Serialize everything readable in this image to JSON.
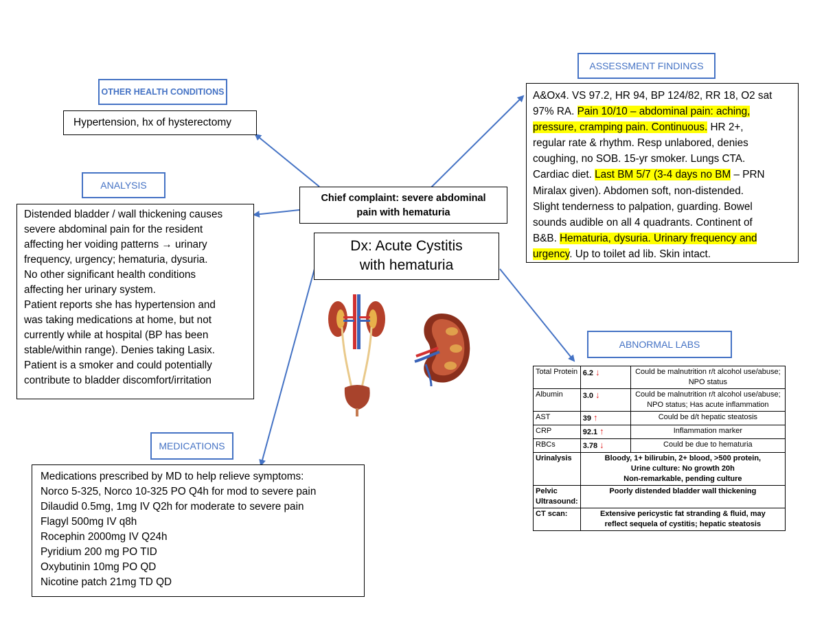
{
  "headers": {
    "other_health": "OTHER HEALTH CONDITIONS",
    "assessment": "ASSESSMENT FINDINGS",
    "analysis": "ANALYSIS",
    "medications": "MEDICATIONS",
    "abnormal_labs": "ABNORMAL LABS"
  },
  "other_health_text": "Hypertension, hx of hysterectomy",
  "chief_complaint": [
    "Chief complaint: severe abdominal",
    "pain with hematuria"
  ],
  "diagnosis": [
    "Dx: Acute Cystitis",
    "with hematuria"
  ],
  "analysis_lines": [
    "Distended bladder / wall thickening causes",
    "severe abdominal pain for the resident",
    "affecting her voiding patterns → urinary",
    "frequency, urgency; hematuria, dysuria.",
    "No other significant health conditions",
    "affecting her urinary system.",
    "Patient reports she has hypertension and",
    "was taking medications at home, but not",
    "currently while at hospital (BP has been",
    "stable/within range). Denies taking Lasix.",
    "Patient is a smoker and could potentially",
    "contribute to bladder discomfort/irritation"
  ],
  "assessment": {
    "l1": "A&Ox4. VS 97.2, HR 94, BP 124/82, RR 18, O2 sat",
    "l2a": "97% RA. ",
    "l2b": "Pain 10/10 – abdominal pain: aching,",
    "l3a": "pressure, cramping pain. Continuous.",
    "l3b": " HR 2+,",
    "l4": "regular rate & rhythm. Resp unlabored, denies",
    "l5": "coughing, no SOB. 15-yr smoker. Lungs CTA.",
    "l6a": "Cardiac diet. ",
    "l6b": "Last BM 5/7 (3-4 days no BM",
    "l6c": " – PRN",
    "l7": "Miralax given). Abdomen soft, non-distended.",
    "l8": "Slight tenderness to palpation, guarding. Bowel",
    "l9": "sounds audible on all 4 quadrants. Continent of",
    "l10a": "B&B. ",
    "l10b": "Hematuria, dysuria. Urinary frequency and",
    "l11a": "urgency",
    "l11b": ". Up to toilet ad lib. Skin intact."
  },
  "medications_lines": [
    "Medications prescribed by MD to help relieve symptoms:",
    "Norco 5-325, Norco 10-325 PO Q4h for mod to severe pain",
    "Dilaudid 0.5mg, 1mg IV Q2h for moderate to severe pain",
    "Flagyl 500mg IV q8h",
    "Rocephin 2000mg IV Q24h",
    "Pyridium 200 mg PO TID",
    "Oxybutinin 10mg PO QD",
    "Nicotine patch 21mg TD QD"
  ],
  "labs": [
    {
      "name": "Total Protein",
      "value": "6.2",
      "arrow": "↓",
      "note": "Could be malnutrition r/t alcohol use/abuse; NPO status"
    },
    {
      "name": "Albumin",
      "value": "3.0",
      "arrow": "↓",
      "note": "Could be malnutrition r/t alcohol use/abuse; NPO status; Has acute inflammation"
    },
    {
      "name": "AST",
      "value": "39",
      "arrow": "↑",
      "note": "Could be d/t hepatic steatosis"
    },
    {
      "name": "CRP",
      "value": "92.1",
      "arrow": "↑",
      "note": "Inflammation marker"
    },
    {
      "name": "RBCs",
      "value": "3.78",
      "arrow": "↓",
      "note": "Could be due to hematuria"
    }
  ],
  "labs_rows": {
    "urinalysis": {
      "name": "Urinalysis",
      "l1": "Bloody, 1+ bilirubin, 2+ blood, >500 protein,",
      "l2": "Urine culture: No growth 20h",
      "l3": "Non-remarkable, pending culture"
    },
    "pelvic": {
      "name1": "Pelvic",
      "name2": "Ultrasound:",
      "text": "Poorly distended bladder wall thickening"
    },
    "ct": {
      "name": "CT scan:",
      "l1": "Extensive pericystic fat stranding & fluid, may",
      "l2": "reflect sequela of cystitis; hepatic steatosis"
    }
  },
  "colors": {
    "accent": "#4472c4",
    "highlight": "#ffff00",
    "arrow_red": "#e02020"
  }
}
